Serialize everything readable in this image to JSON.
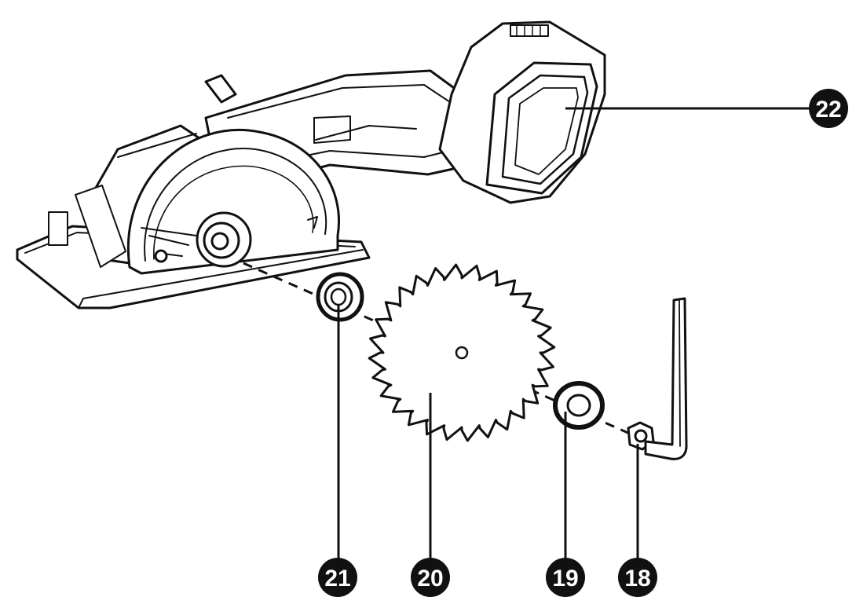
{
  "callouts": [
    {
      "id": "battery",
      "label": "22"
    },
    {
      "id": "inner-flange",
      "label": "21"
    },
    {
      "id": "saw-blade",
      "label": "20"
    },
    {
      "id": "outer-flange",
      "label": "19"
    },
    {
      "id": "blade-bolt",
      "label": "18"
    }
  ],
  "colors": {
    "ink": "#111111",
    "background": "#ffffff"
  }
}
